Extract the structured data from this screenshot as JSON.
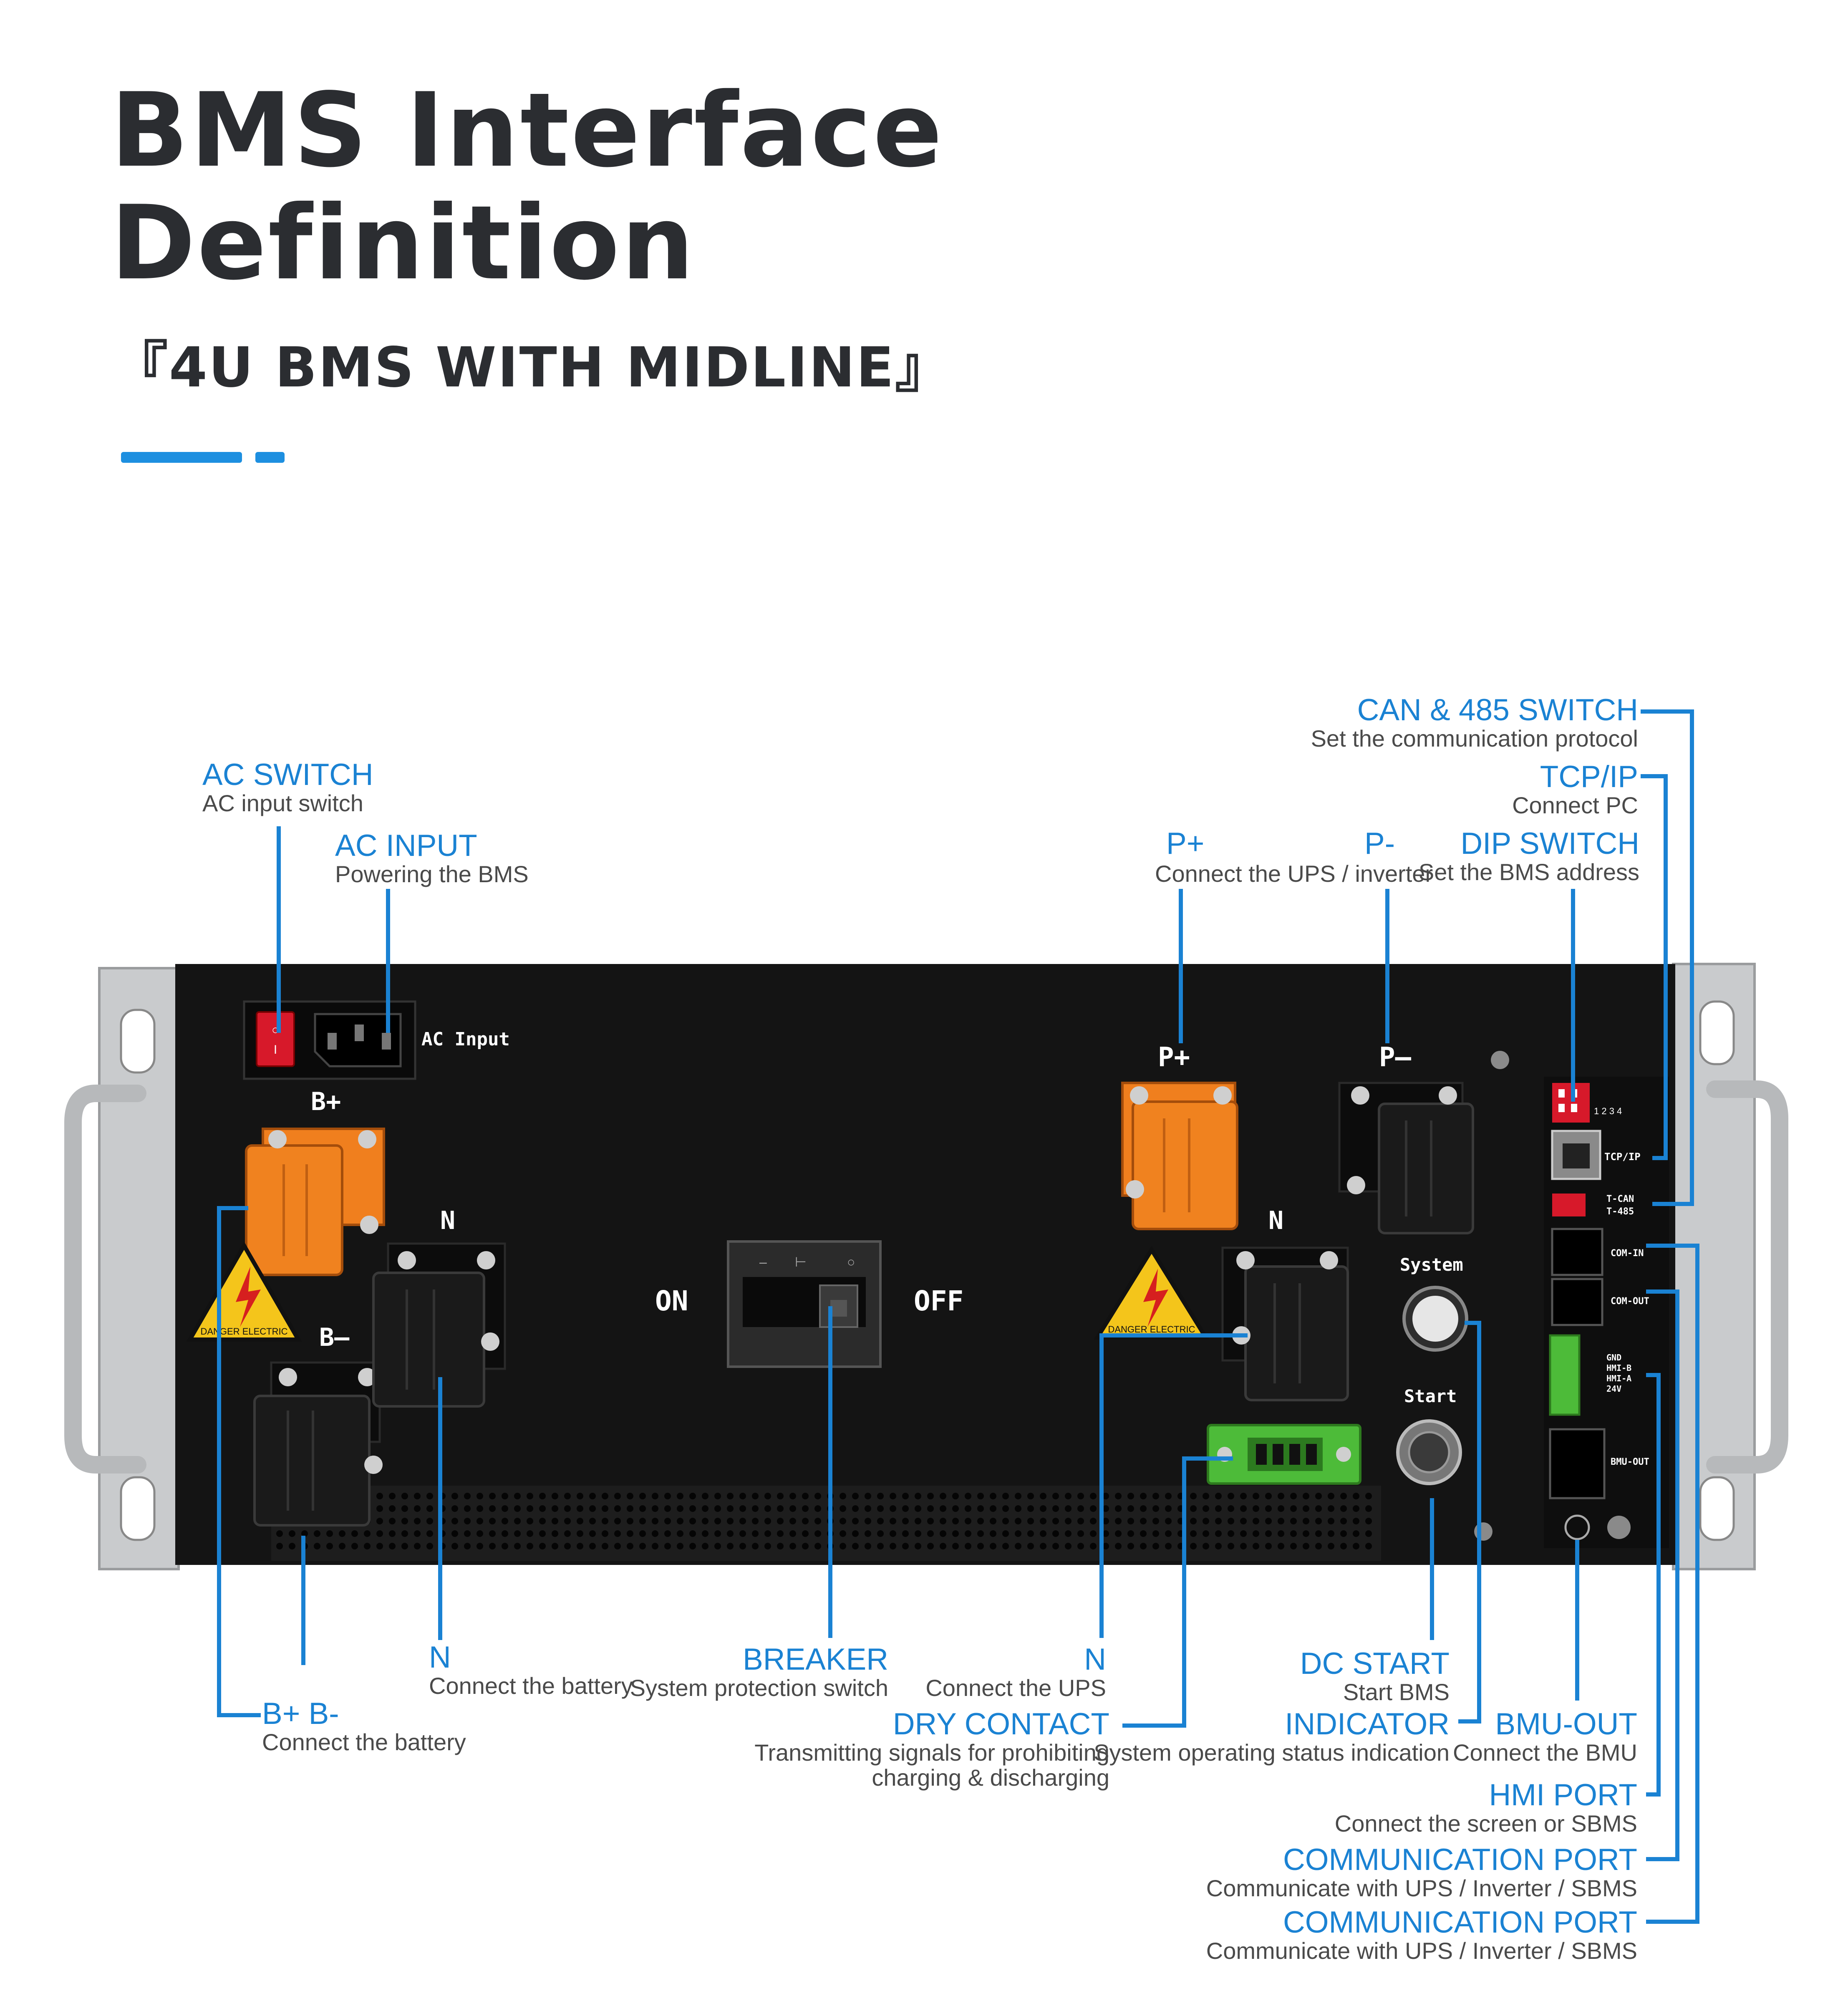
{
  "header": {
    "title_line1": "BMS Interface",
    "title_line2": "Definition",
    "subtitle": "『4U BMS WITH MIDLINE』"
  },
  "colors": {
    "accent": "#1a82d3",
    "panel": "#141414",
    "orange": "#f07f1e",
    "green": "#4dbb39"
  },
  "device": {
    "ac_input_label": "AC Input",
    "b_plus": "B+",
    "b_minus": "B–",
    "n_left": "N",
    "n_right": "N",
    "on": "ON",
    "off": "OFF",
    "p_plus": "P+",
    "p_minus": "P–",
    "system": "System",
    "start": "Start",
    "dip_marks": "1 2 3 4",
    "tcpip": "TCP/IP",
    "t_can": "T-CAN",
    "t_485": "T-485",
    "com_in": "COM-IN",
    "com_out": "COM-OUT",
    "hmi_pins": [
      "GND",
      "HMI-B",
      "HMI-A",
      "24V"
    ],
    "bmu_out": "BMU-OUT",
    "warning_text": "DANGER ELECTRIC"
  },
  "callouts": {
    "ac_switch": {
      "title": "AC SWITCH",
      "desc": "AC input switch"
    },
    "ac_input": {
      "title": "AC INPUT",
      "desc": "Powering the BMS"
    },
    "p_plus": {
      "title": "P+"
    },
    "p_minus": {
      "title": "P-",
      "desc": "Connect the UPS / inverter"
    },
    "dip_switch": {
      "title": "DIP SWITCH",
      "desc": "Set the BMS address"
    },
    "tcp_ip": {
      "title": "TCP/IP",
      "desc": "Connect PC"
    },
    "can_485": {
      "title": "CAN & 485 SWITCH",
      "desc": "Set the communication protocol"
    },
    "b_plus_minus": {
      "title": "B+ B-",
      "desc": "Connect the battery"
    },
    "n_battery": {
      "title": "N",
      "desc": "Connect the battery"
    },
    "breaker": {
      "title": "BREAKER",
      "desc": "System protection switch"
    },
    "n_ups": {
      "title": "N",
      "desc": "Connect the UPS"
    },
    "dry_contact": {
      "title": "DRY CONTACT",
      "desc1": "Transmitting signals for prohibiting",
      "desc2": "charging & discharging"
    },
    "dc_start": {
      "title": "DC START",
      "desc": "Start BMS"
    },
    "indicator": {
      "title": "INDICATOR",
      "desc": "System operating status indication"
    },
    "bmu_out": {
      "title": "BMU-OUT",
      "desc": "Connect the BMU"
    },
    "hmi_port": {
      "title": "HMI PORT",
      "desc": "Connect the screen or SBMS"
    },
    "comm_port_1": {
      "title": "COMMUNICATION PORT",
      "desc": "Communicate with UPS / Inverter / SBMS"
    },
    "comm_port_2": {
      "title": "COMMUNICATION PORT",
      "desc": "Communicate with UPS / Inverter / SBMS"
    }
  }
}
